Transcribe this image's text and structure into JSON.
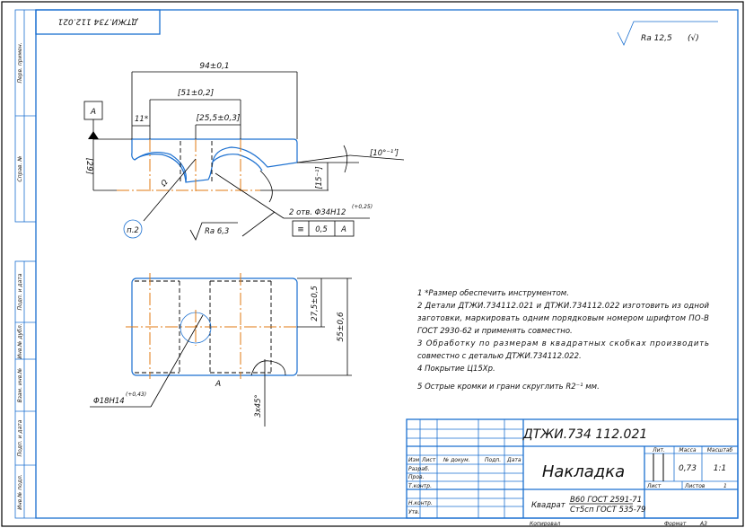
{
  "stamp_top_left": "ДТЖИ.734 112.021",
  "side_strip": [
    "Перв. примен.",
    "Справ. №",
    "Подп. и дата",
    "Инв.№ дубл.",
    "Взам. инв.№",
    "Подп. и дата",
    "Инв.№ подл."
  ],
  "roughness_general": {
    "value": "Ra 12,5",
    "suffix": "(√)"
  },
  "dimensions": {
    "overall_length": "94±0,1",
    "holes_spacing": "[51±0,2]",
    "hole_offset": "[25,5±0,3]",
    "edge_offset": "11*",
    "height": "[29]",
    "slope_height": "[15⁻¹]",
    "slope_angle": "[10°⁻¹ʹ]",
    "bore": "2 отв. Φ34H12",
    "bore_tol": "(+0,25)",
    "width_half": "27,5±0,5",
    "width": "55±0,6",
    "small_hole": "Φ18H14",
    "small_hole_tol": "(+0,43)",
    "chamfer": "3x45°",
    "radius_mark": "Ω",
    "roughness_local": "Ra 6,3",
    "note_ref": "п.2",
    "datum": "A",
    "view_mark": "A"
  },
  "tolerance_frame": {
    "symbol": "≡",
    "value": "0,5",
    "datum": "A"
  },
  "notes": [
    "1 *Размер обеспечить инструментом.",
    "2 Детали ДТЖИ.734112.021 и ДТЖИ.734112.022 изготовить из одной",
    "заготовки, маркировать одним порядковым номером шрифтом ПО-В",
    "ГОСТ 2930-62 и применять совместно.",
    "3 Обработку по размерам в квадратных скобках производить",
    "совместно с деталью ДТЖИ.734112.022.",
    "4 Покрытие Ц15Хр.",
    "5 Острые кромки и грани скруглить R2⁻¹ мм."
  ],
  "title_block": {
    "designation": "ДТЖИ.734 112.021",
    "name": "Накладка",
    "material_line1": "В60 ГОСТ 2591-71",
    "material_prefix": "Квадрат",
    "material_line2": "Ст5сп ГОСТ 535-79",
    "headers": {
      "lit": "Лит.",
      "mass": "Масса",
      "scale": "Масштаб",
      "sheet": "Лист",
      "sheets": "Листов"
    },
    "mass": "0,73",
    "scale": "1:1",
    "sheets": "1",
    "columns": [
      "Изм",
      "Лист",
      "№ докум.",
      "Подп.",
      "Дата"
    ],
    "rows": [
      "Разраб.",
      "Пров.",
      "Т.контр.",
      "Н.контр.",
      "Утв."
    ],
    "copied": "Копировал",
    "format_label": "Формат",
    "format": "А3"
  }
}
